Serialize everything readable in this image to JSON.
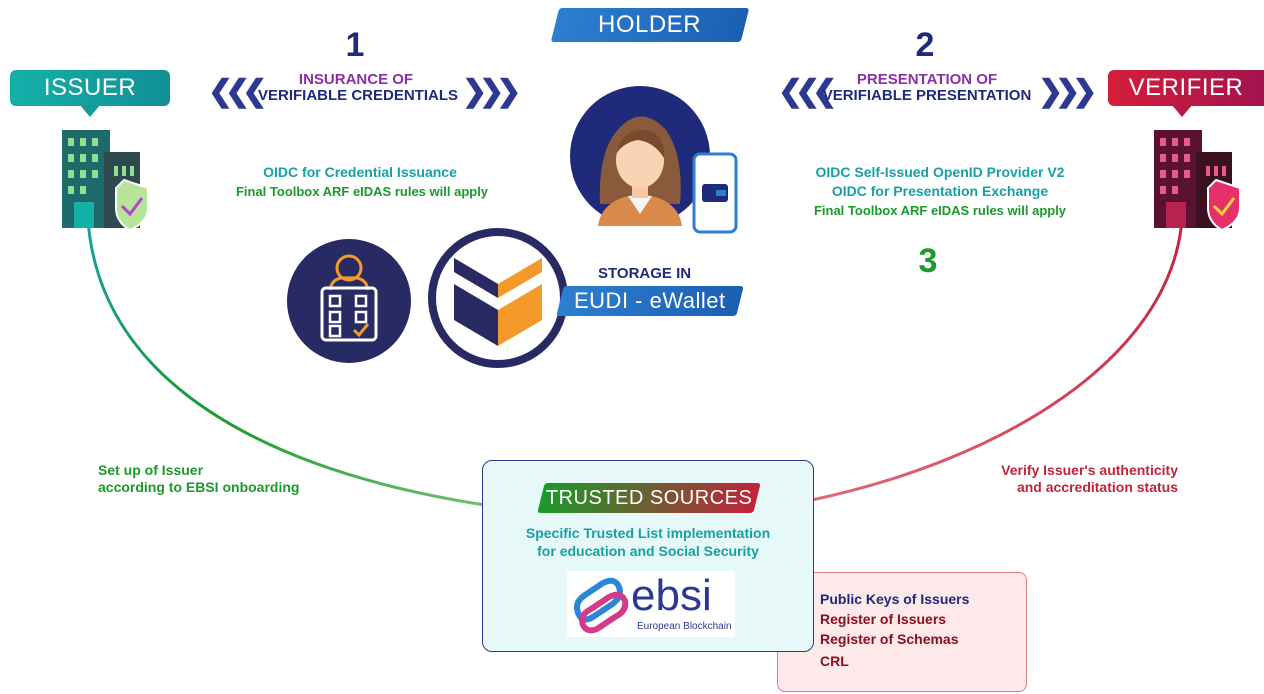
{
  "holder": {
    "label": "HOLDER"
  },
  "issuer": {
    "label": "ISSUER"
  },
  "verifier": {
    "label": "VERIFIER"
  },
  "step1": {
    "number": "1",
    "line1": "INSURANCE OF",
    "line2": "VERIFIABLE CREDENTIALS",
    "detail1": "OIDC for Credential Issuance",
    "detail2": "Final Toolbox ARF eIDAS rules will apply"
  },
  "step2": {
    "number": "2",
    "line1": "PRESENTATION OF",
    "line2": "VERIFIABLE PRESENTATION",
    "detail1": "OIDC Self-Issued OpenID Provider V2",
    "detail2": "OIDC for Presentation Exchange",
    "detail3": "Final Toolbox ARF eIDAS rules will apply"
  },
  "step3": {
    "number": "3"
  },
  "storage": {
    "label": "STORAGE IN",
    "wallet": "EUDI - eWallet"
  },
  "issuer_note": {
    "line1": "Set up of Issuer",
    "line2": "according to EBSI onboarding"
  },
  "verifier_note": {
    "line1": "Verify Issuer's authenticity",
    "line2": "and accreditation status"
  },
  "trusted": {
    "title": "TRUSTED SOURCES",
    "line1": "Specific Trusted List implementation",
    "line2": "for education and Social Security"
  },
  "ebsi": {
    "name": "ebsi",
    "tagline": "European Blockchain"
  },
  "registry": {
    "item1": "Public Keys of Issuers",
    "item2": "Register of Issuers",
    "item3": "Register of Schemas",
    "item4": "CRL"
  },
  "colors": {
    "navy": "#1f2a7a",
    "teal": "#16a0a4",
    "green": "#1a9a2a",
    "crimson": "#c2233b",
    "purple": "#8a2fa6",
    "orange": "#f39a2b"
  }
}
